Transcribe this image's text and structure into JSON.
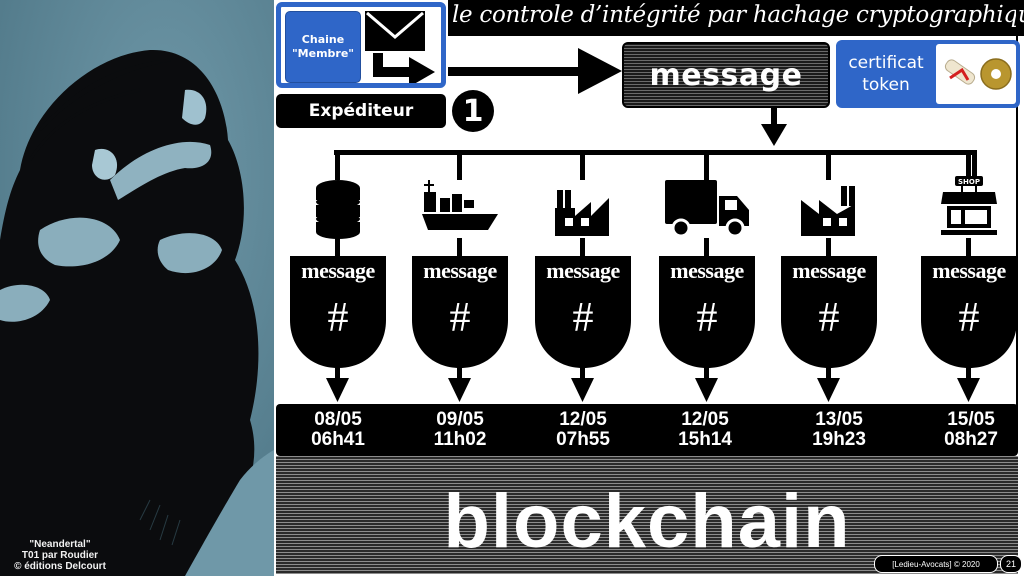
{
  "slide": {
    "title": "le controle d’intégrité par hachage cryptographique",
    "page_number": "21",
    "footer_credit": "[Ledieu-Avocats] © 2020"
  },
  "illustration": {
    "subject": "crouching neanderthal figure",
    "caption_lines": [
      "\"Neandertal\"",
      "T01 par Roudier",
      "© éditions Delcourt"
    ]
  },
  "sender": {
    "chain_label_line1": "Chaine",
    "chain_label_line2": "\"Membre\"",
    "role_label": "Expéditeur",
    "step_number": "1",
    "icons": [
      "envelope-icon",
      "send-arrow-icon"
    ]
  },
  "message": {
    "label": "message"
  },
  "certificate": {
    "line1": "certificat",
    "line2": "token",
    "icons": [
      "scroll-certificate-icon",
      "coin-token-icon"
    ]
  },
  "nodes": [
    {
      "icon": "database-icon",
      "message_label": "message",
      "hash_symbol": "#",
      "date": "08/05",
      "time": "06h41"
    },
    {
      "icon": "cargo-ship-icon",
      "message_label": "message",
      "hash_symbol": "#",
      "date": "09/05",
      "time": "11h02"
    },
    {
      "icon": "factory-icon",
      "message_label": "message",
      "hash_symbol": "#",
      "date": "12/05",
      "time": "07h55"
    },
    {
      "icon": "truck-icon",
      "message_label": "message",
      "hash_symbol": "#",
      "date": "12/05",
      "time": "15h14"
    },
    {
      "icon": "factory-icon",
      "message_label": "message",
      "hash_symbol": "#",
      "date": "13/05",
      "time": "19h23"
    },
    {
      "icon": "shop-icon",
      "message_label": "message",
      "hash_symbol": "#",
      "date": "15/05",
      "time": "08h27",
      "shop_sign": "SHOP"
    }
  ],
  "ledger": {
    "label": "blockchain"
  },
  "colors": {
    "accent_blue": "#2f66c8",
    "illustration_blue": "#5b8797",
    "black": "#000000",
    "white": "#ffffff"
  }
}
